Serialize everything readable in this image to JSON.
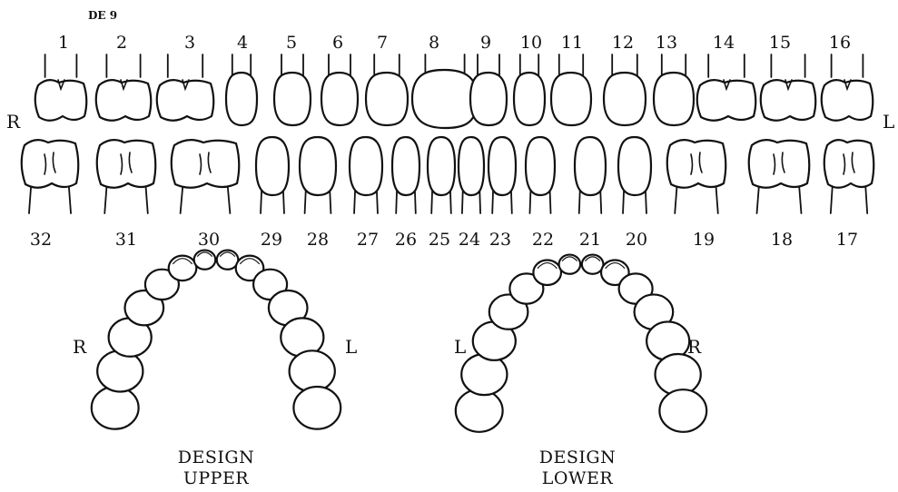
{
  "form_code": "DE 9",
  "side_left_label": "R",
  "side_right_label": "L",
  "upper_numbers": [
    "1",
    "2",
    "3",
    "4",
    "5",
    "6",
    "7",
    "8",
    "9",
    "10",
    "11",
    "12",
    "13",
    "14",
    "15",
    "16"
  ],
  "lower_numbers": [
    "32",
    "31",
    "30",
    "29",
    "28",
    "27",
    "26",
    "25",
    "24",
    "23",
    "22",
    "21",
    "20",
    "19",
    "18",
    "17"
  ],
  "upper_arch": {
    "left_side": "R",
    "right_side": "L",
    "caption_line1": "DESIGN",
    "caption_line2": "UPPER"
  },
  "lower_arch": {
    "left_side": "L",
    "right_side": "R",
    "caption_line1": "DESIGN",
    "caption_line2": "LOWER"
  }
}
